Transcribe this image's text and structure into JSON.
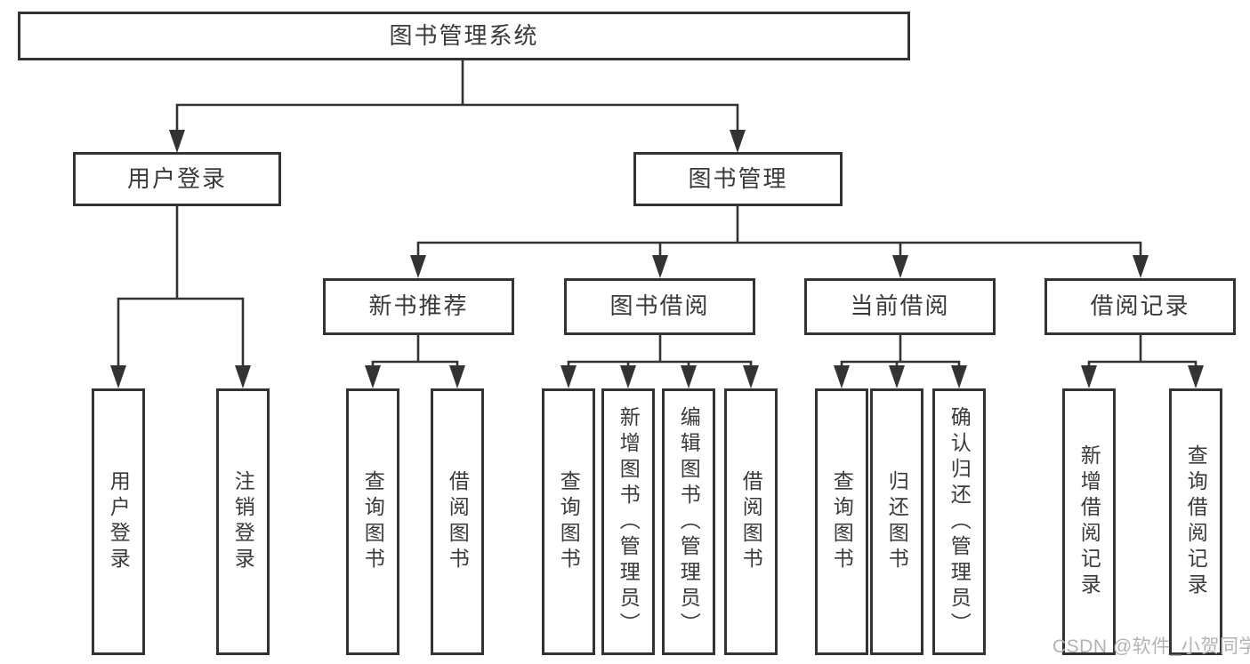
{
  "diagram": {
    "type": "hierarchy-tree",
    "title": "图书管理系统",
    "colors": {
      "line": "#333333",
      "box_border": "#333333",
      "box_fill": "#ffffff",
      "text": "#3a3a3a",
      "watermark": "#b3b3b3",
      "background": "#ffffff"
    },
    "nodes": {
      "root": {
        "label": "图书管理系统"
      },
      "user_login": {
        "label": "用户登录"
      },
      "book_management": {
        "label": "图书管理"
      },
      "new_book_recommend": {
        "label": "新书推荐"
      },
      "book_borrow": {
        "label": "图书借阅"
      },
      "current_borrow": {
        "label": "当前借阅"
      },
      "borrow_record": {
        "label": "借阅记录"
      },
      "u1_user_login": {
        "label": "用户登录"
      },
      "u2_logout": {
        "label": "注销登录"
      },
      "n1_query_book": {
        "label": "查询图书"
      },
      "n2_borrow_book": {
        "label": "借阅图书"
      },
      "b1_query_book": {
        "label": "查询图书"
      },
      "b2_add_book_admin": {
        "label": "新增图书（管理员）"
      },
      "b3_edit_book_admin": {
        "label": "编辑图书（管理员）"
      },
      "b4_borrow_book": {
        "label": "借阅图书"
      },
      "c1_query_book": {
        "label": "查询图书"
      },
      "c2_return_book": {
        "label": "归还图书"
      },
      "c3_confirm_return_admin": {
        "label": "确认归还（管理员）"
      },
      "r1_add_borrow_record": {
        "label": "新增借阅记录"
      },
      "r2_query_borrow_record": {
        "label": "查询借阅记录"
      }
    },
    "edges": [
      [
        "root",
        "user_login"
      ],
      [
        "root",
        "book_management"
      ],
      [
        "user_login",
        "u1_user_login"
      ],
      [
        "user_login",
        "u2_logout"
      ],
      [
        "book_management",
        "new_book_recommend"
      ],
      [
        "book_management",
        "book_borrow"
      ],
      [
        "book_management",
        "current_borrow"
      ],
      [
        "book_management",
        "borrow_record"
      ],
      [
        "new_book_recommend",
        "n1_query_book"
      ],
      [
        "new_book_recommend",
        "n2_borrow_book"
      ],
      [
        "book_borrow",
        "b1_query_book"
      ],
      [
        "book_borrow",
        "b2_add_book_admin"
      ],
      [
        "book_borrow",
        "b3_edit_book_admin"
      ],
      [
        "book_borrow",
        "b4_borrow_book"
      ],
      [
        "current_borrow",
        "c1_query_book"
      ],
      [
        "current_borrow",
        "c2_return_book"
      ],
      [
        "current_borrow",
        "c3_confirm_return_admin"
      ],
      [
        "borrow_record",
        "r1_add_borrow_record"
      ],
      [
        "borrow_record",
        "r2_query_borrow_record"
      ]
    ]
  },
  "watermark": {
    "text": "CSDN @软件_小贺同学"
  }
}
